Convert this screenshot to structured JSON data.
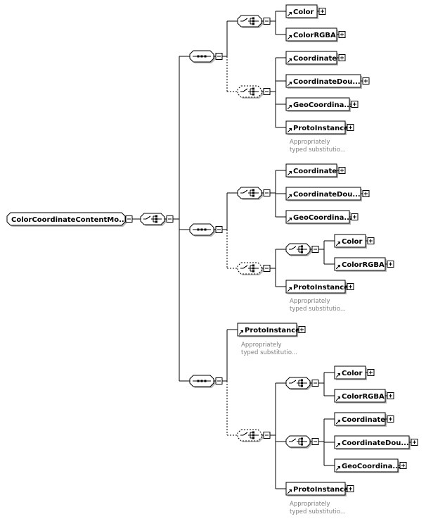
{
  "root": {
    "label": "ColorCoordinateContentMo..."
  },
  "elements": {
    "color": "Color",
    "colorRGBA": "ColorRGBA",
    "coordinate": "Coordinate",
    "coordinateDouble": "CoordinateDou...",
    "geoCoordinate": "GeoCoordina...",
    "protoInstance": "ProtoInstance"
  },
  "notes": {
    "substitution_line1": "Appropriately",
    "substitution_line2": "typed substitutio..."
  },
  "colors": {
    "line": "#000000",
    "shadow": "#b8b8b8",
    "note": "#7f7f7f"
  },
  "icons": {
    "sequence": "sequence-compositor-icon",
    "choice": "choice-compositor-icon",
    "element": "element-reference-arrow-icon",
    "collapse": "minus-icon",
    "expand": "plus-icon"
  }
}
